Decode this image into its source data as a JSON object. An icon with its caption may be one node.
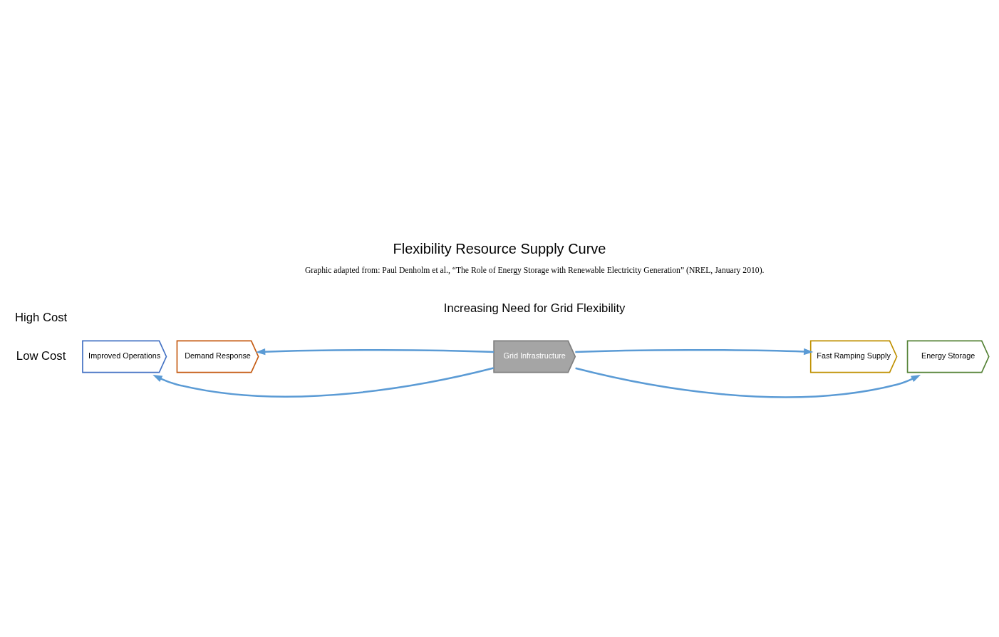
{
  "diagram": {
    "title": "Flexibility Resource Supply Curve",
    "caption": "Graphic adapted from: Paul Denholm et al., “The Role of Energy Storage with Renewable Electricity Generation” (NREL, January 2010).",
    "nodes": [
      {
        "text": [
          "Improved Operations"
        ]
      },
      {
        "text": [
          "Demand Response"
        ]
      },
      {
        "text": [
          "Grid Infrastructure"
        ]
      },
      {
        "text": [
          "Fast Ramping Supply"
        ]
      },
      {
        "text": [
          "Energy Storage"
        ]
      }
    ],
    "edges": [
      {
        "from": 2,
        "to": 0,
        "arrow": "to"
      },
      {
        "from": 2,
        "to": 1,
        "arrow": "to"
      },
      {
        "from": 2,
        "to": 3,
        "arrow": "to"
      },
      {
        "from": 2,
        "to": 4,
        "arrow": "to"
      }
    ],
    "labels": [
      "High Cost",
      "Low Cost",
      "Increasing Need for Grid Flexibility"
    ]
  }
}
